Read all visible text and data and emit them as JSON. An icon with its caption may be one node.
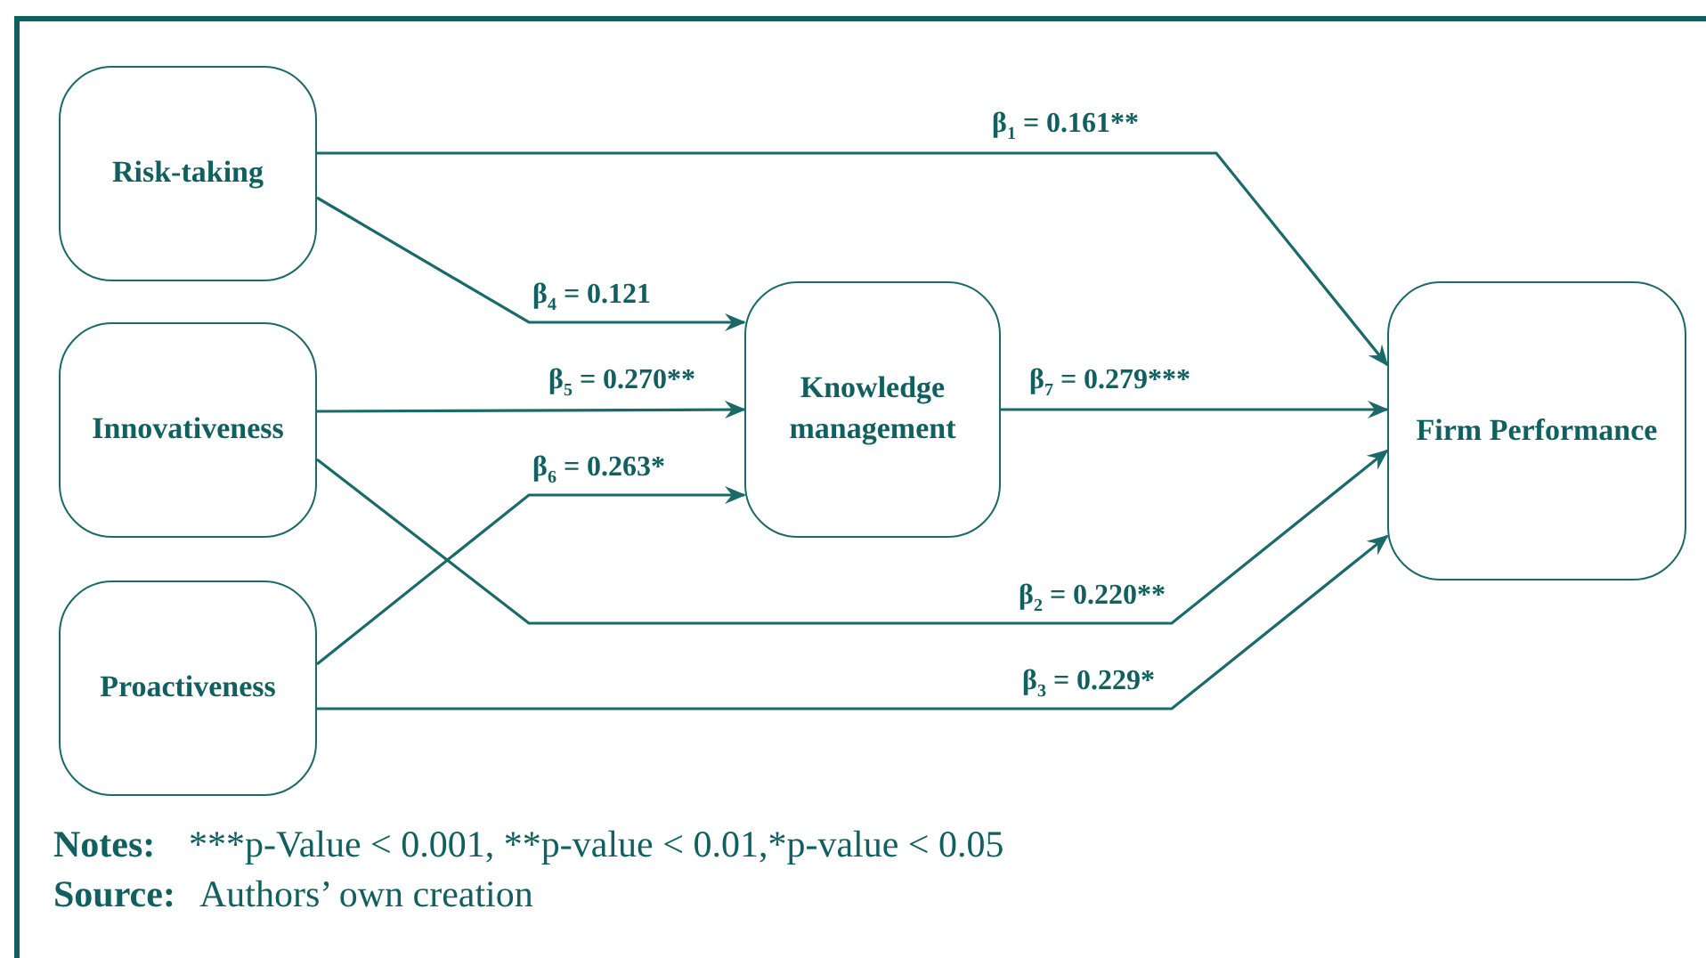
{
  "diagram": {
    "nodes": [
      {
        "text": [
          "Risk-taking"
        ]
      },
      {
        "text": [
          "Innovativeness"
        ]
      },
      {
        "text": [
          "Proactiveness"
        ]
      },
      {
        "text": [
          "Knowledge management"
        ]
      },
      {
        "text": [
          "Firm Performance"
        ]
      }
    ],
    "edges": [
      {
        "from": 0,
        "to": 4,
        "arrow": "to",
        "label": "β$_{1}$ = 0.161**"
      },
      {
        "from": 0,
        "to": 3,
        "arrow": "to",
        "label": "β$_{4}$ = 0.121"
      },
      {
        "from": 1,
        "to": 3,
        "arrow": "to",
        "label": "β$_{5}$ = 0.270**"
      },
      {
        "from": 2,
        "to": 3,
        "arrow": "to",
        "label": "β$_{6}$ = 0.263*"
      },
      {
        "from": 3,
        "to": 4,
        "arrow": "to",
        "label": "β$_{7}$ = 0.279***"
      },
      {
        "from": 1,
        "to": 4,
        "arrow": "to",
        "label": "β$_{2}$ = 0.220**"
      },
      {
        "from": 2,
        "to": 4,
        "arrow": "to",
        "label": "β$_{3}$ = 0.229*"
      }
    ],
    "labels": [
      "Notes:",
      "***p-Value < 0.001, **p-value < 0.01,*p-value < 0.05",
      "Source:",
      "Authors’ own creation"
    ]
  }
}
